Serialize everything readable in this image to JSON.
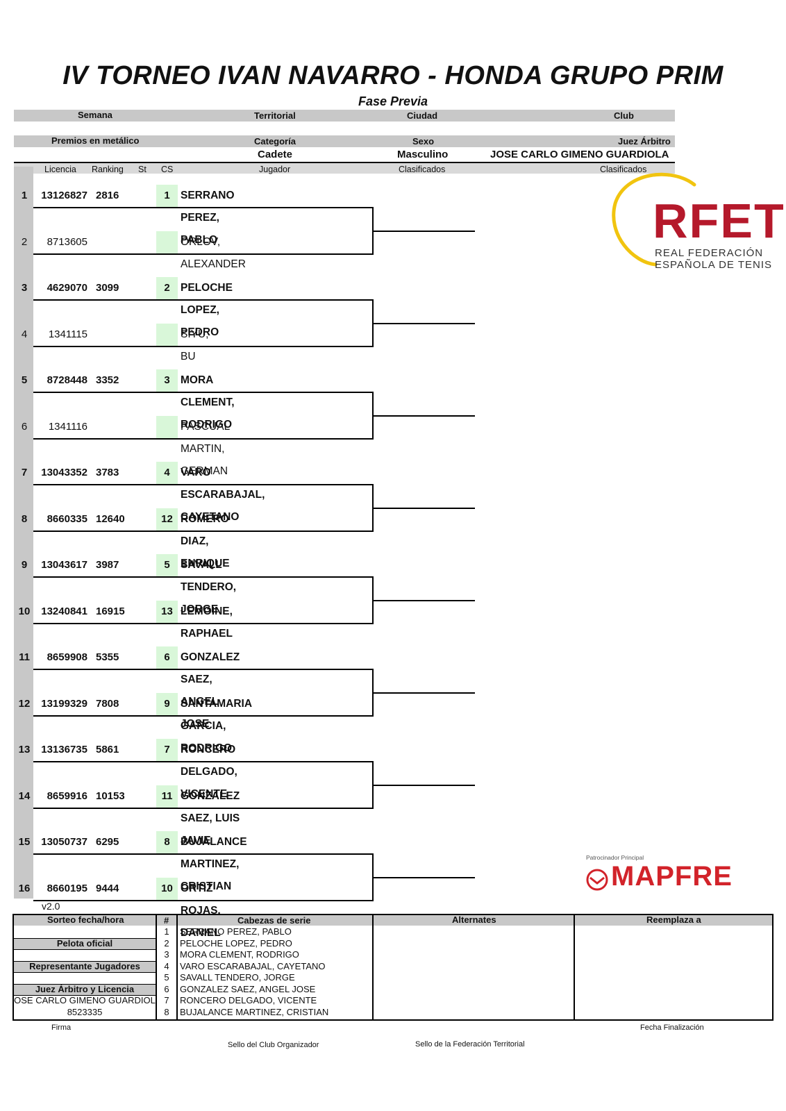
{
  "header": {
    "title": "IV TORNEO IVAN NAVARRO - HONDA GRUPO PRIM",
    "subtitle": "Fase Previa",
    "semana_label": "Semana",
    "territorial_label": "Territorial",
    "ciudad_label": "Ciudad",
    "club_label": "Club",
    "premios_label": "Premios en metálico",
    "categoria_label": "Categoría",
    "categoria_value": "Cadete",
    "sexo_label": "Sexo",
    "sexo_value": "Masculino",
    "juez_label": "Juez Árbitro",
    "juez_value": "JOSE CARLO GIMENO GUARDIOLA"
  },
  "columns": {
    "licencia": "Licencia",
    "ranking": "Ranking",
    "st": "St",
    "cs": "CS",
    "jugador": "Jugador",
    "clasificados1": "Clasificados",
    "clasificados2": "Clasificados"
  },
  "players": [
    {
      "n": "1",
      "lic": "13126827",
      "rank": "2816",
      "seed": "1",
      "name": "SERRANO PEREZ, PABLO",
      "bold": true
    },
    {
      "n": "2",
      "lic": "8713605",
      "rank": "",
      "seed": "",
      "name": "ORLOV, ALEXANDER",
      "bold": false
    },
    {
      "n": "3",
      "lic": "4629070",
      "rank": "3099",
      "seed": "2",
      "name": "PELOCHE LOPEZ, PEDRO",
      "bold": true
    },
    {
      "n": "4",
      "lic": "1341115",
      "rank": "",
      "seed": "",
      "name": "SIYU, BU",
      "bold": false
    },
    {
      "n": "5",
      "lic": "8728448",
      "rank": "3352",
      "seed": "3",
      "name": "MORA CLEMENT, RODRIGO",
      "bold": true
    },
    {
      "n": "6",
      "lic": "1341116",
      "rank": "",
      "seed": "",
      "name": "PASCUAL MARTIN, GERMAN",
      "bold": false
    },
    {
      "n": "7",
      "lic": "13043352",
      "rank": "3783",
      "seed": "4",
      "name": "VARO ESCARABAJAL, CAYETANO",
      "bold": true
    },
    {
      "n": "8",
      "lic": "8660335",
      "rank": "12640",
      "seed": "12",
      "name": "ROMERO DIAZ, ENRIQUE",
      "bold": true
    },
    {
      "n": "9",
      "lic": "13043617",
      "rank": "3987",
      "seed": "5",
      "name": "SAVALL TENDERO, JORGE",
      "bold": true
    },
    {
      "n": "10",
      "lic": "13240841",
      "rank": "16915",
      "seed": "13",
      "name": "LEMOINE, RAPHAEL",
      "bold": true
    },
    {
      "n": "11",
      "lic": "8659908",
      "rank": "5355",
      "seed": "6",
      "name": "GONZALEZ SAEZ, ANGEL JOSE",
      "bold": true
    },
    {
      "n": "12",
      "lic": "13199329",
      "rank": "7808",
      "seed": "9",
      "name": "SANTAMARIA GARCIA, RODRIGO",
      "bold": true
    },
    {
      "n": "13",
      "lic": "13136735",
      "rank": "5861",
      "seed": "7",
      "name": "RONCERO DELGADO, VICENTE",
      "bold": true
    },
    {
      "n": "14",
      "lic": "8659916",
      "rank": "10153",
      "seed": "11",
      "name": "GONZALEZ SAEZ, LUIS JAVIE",
      "bold": true
    },
    {
      "n": "15",
      "lic": "13050737",
      "rank": "6295",
      "seed": "8",
      "name": "BUJALANCE MARTINEZ, CRISTIAN",
      "bold": true
    },
    {
      "n": "16",
      "lic": "8660195",
      "rank": "9444",
      "seed": "10",
      "name": "ORTIZ ROJAS, DANIEL",
      "bold": true
    }
  ],
  "logo": {
    "rfet": "RFET",
    "rfet_line1": "REAL FEDERACIÓN",
    "rfet_line2": "ESPAÑOLA DE TENIS",
    "sponsor_caption": "Patrocinador Principal",
    "sponsor": "MAPFRE"
  },
  "version": "v2.0",
  "footer": {
    "sorteo_label": "Sorteo fecha/hora",
    "pelota_label": "Pelota oficial",
    "representante_label": "Representante Jugadores",
    "juez_licencia_label": "Juez Árbitro y Licencia",
    "juez_name": "OSE CARLO GIMENO GUARDIOL",
    "juez_licencia": "8523335",
    "firma": "Firma",
    "hash": "#",
    "cabezas_label": "Cabezas  de serie",
    "alternates_label": "Alternates",
    "reemplaza_label": "Reemplaza a",
    "seeds": [
      {
        "n": "1",
        "name": "SERRANO PEREZ, PABLO"
      },
      {
        "n": "2",
        "name": "PELOCHE LOPEZ, PEDRO"
      },
      {
        "n": "3",
        "name": "MORA CLEMENT, RODRIGO"
      },
      {
        "n": "4",
        "name": "VARO ESCARABAJAL, CAYETANO"
      },
      {
        "n": "5",
        "name": "SAVALL TENDERO, JORGE"
      },
      {
        "n": "6",
        "name": "GONZALEZ SAEZ, ANGEL JOSE"
      },
      {
        "n": "7",
        "name": "RONCERO DELGADO, VICENTE"
      },
      {
        "n": "8",
        "name": "BUJALANCE MARTINEZ, CRISTIAN"
      }
    ],
    "fecha_finalizacion": "Fecha Finalización",
    "sello_club": "Sello del Club Organizador",
    "sello_federacion": "Sello de la Federación Territorial"
  },
  "colors": {
    "seed_bg": "#d9f7d9",
    "header_grey": "#c8c8c8",
    "rfet_red": "#b5192b",
    "rfet_yellow": "#f1c40f",
    "mapfre_red": "#d2232a"
  }
}
